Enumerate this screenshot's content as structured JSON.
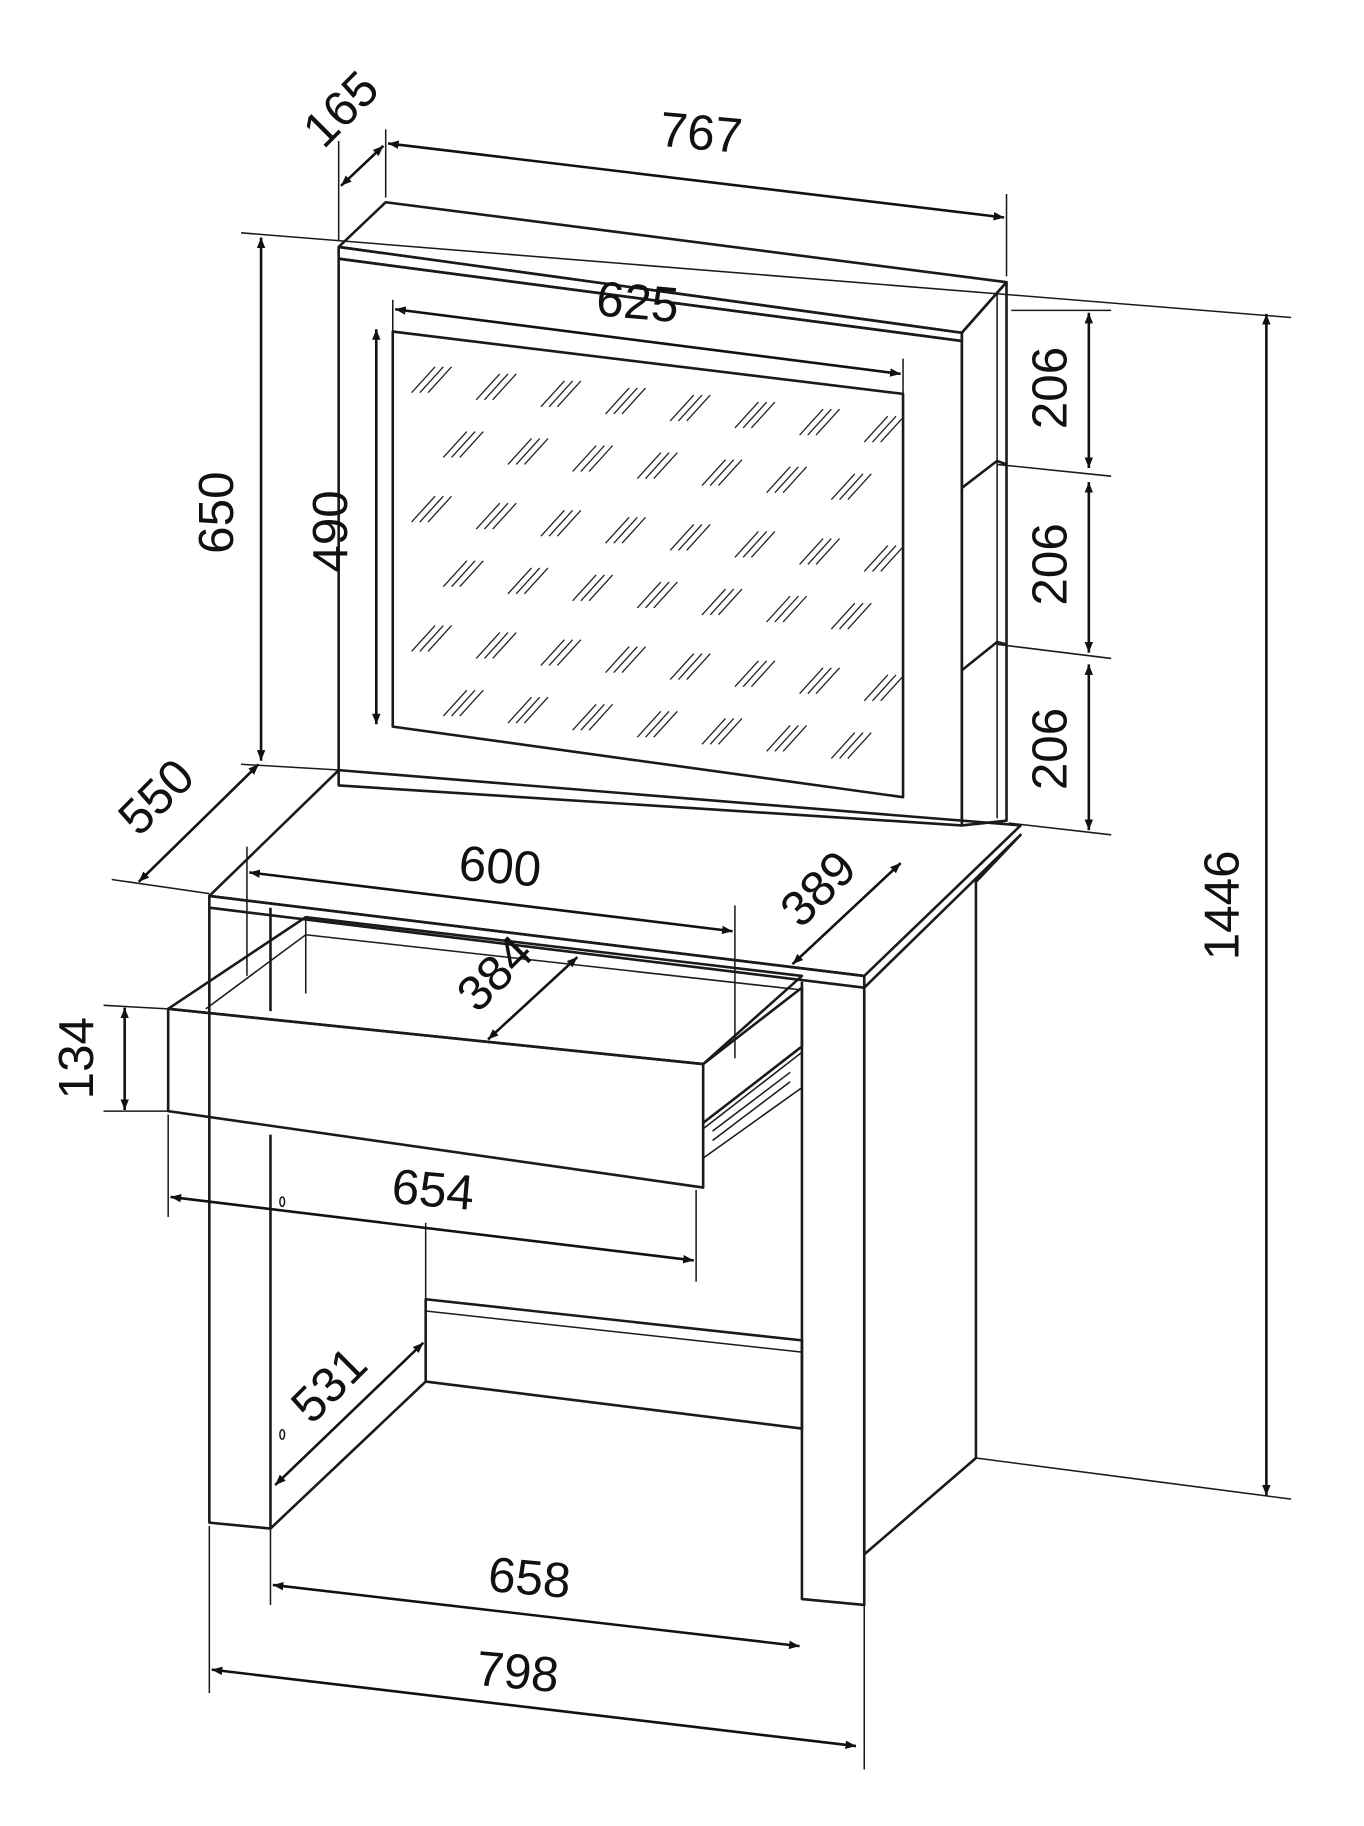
{
  "title": "Dressing table with mirror - dimensions (mm)",
  "dimensions": {
    "mirror_depth": "165",
    "mirror_width": "767",
    "glass_width": "625",
    "mirror_height": "650",
    "glass_height": "490",
    "shelf_1": "206",
    "shelf_2": "206",
    "shelf_3": "206",
    "total_height": "1446",
    "table_depth": "550",
    "drawer_inner_width": "600",
    "top_side_depth": "389",
    "drawer_depth": "384",
    "drawer_height": "134",
    "drawer_front_width": "654",
    "leg_space_depth": "531",
    "leg_space_width": "658",
    "table_width": "798"
  },
  "colors": {
    "line": "#1a1a1a",
    "background": "#ffffff"
  }
}
